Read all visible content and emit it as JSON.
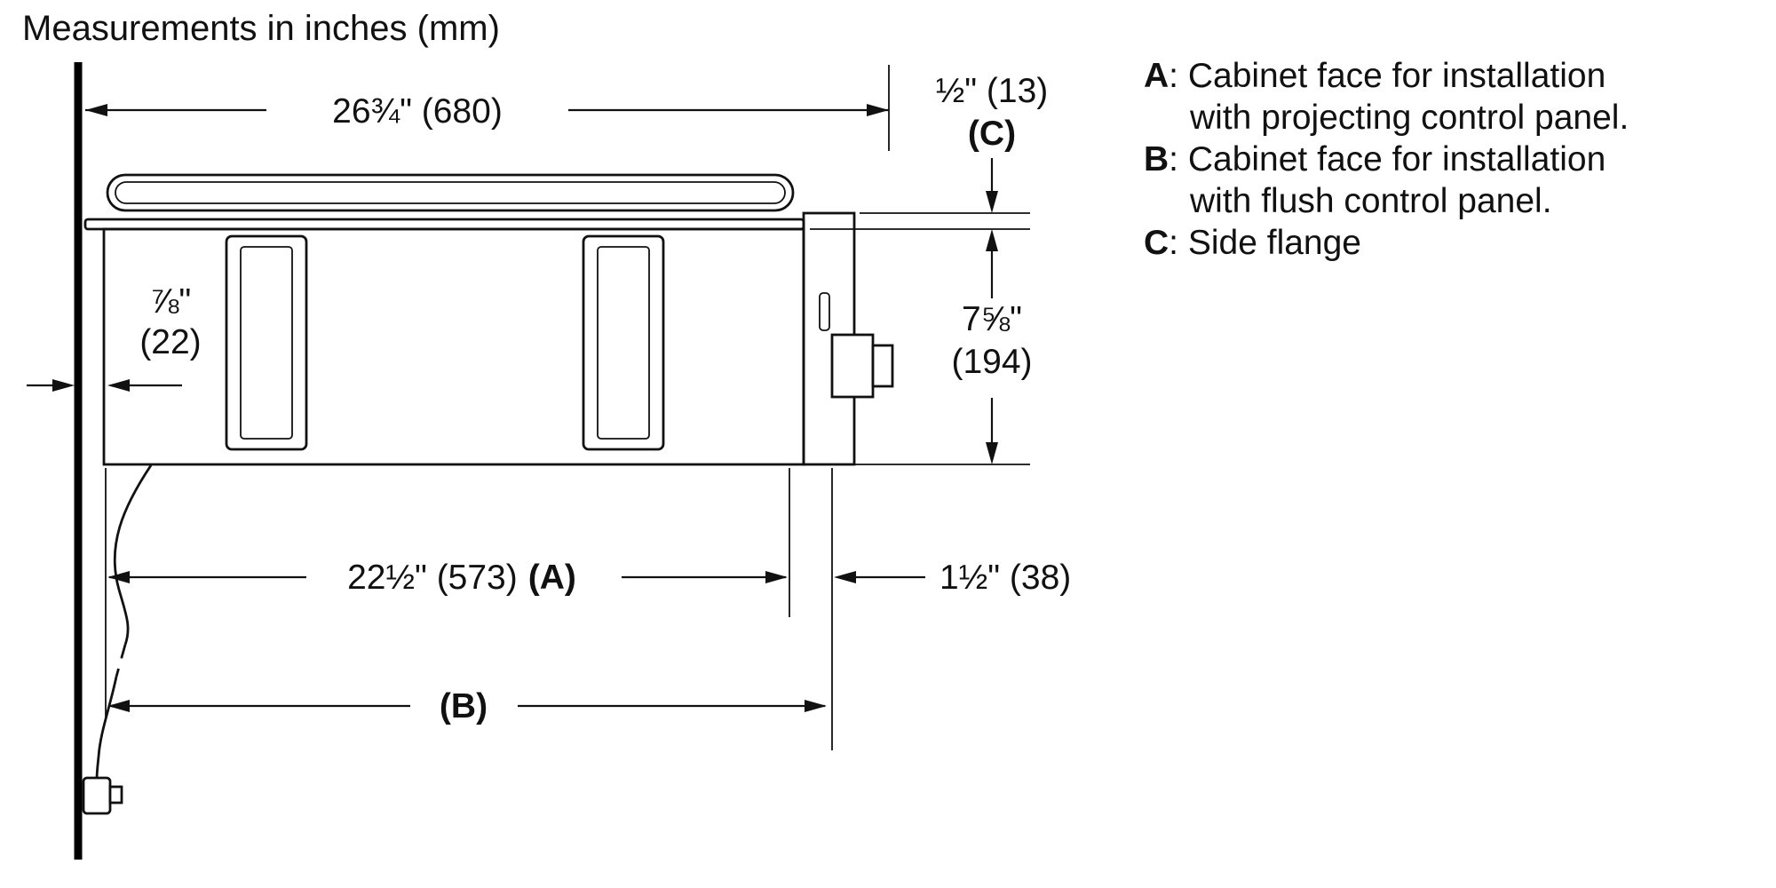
{
  "title": "Measurements in inches (mm)",
  "dimensions": {
    "top_width": "26¾\" (680)",
    "wall_gap_in": "⅞\"",
    "wall_gap_mm": "(22)",
    "flange": "½\" (13)",
    "flange_label": "(C)",
    "height_in": "7⅝\"",
    "height_mm": "(194)",
    "depth_a": "22½\" (573)",
    "depth_a_label": "(A)",
    "panel_depth": "1½\" (38)",
    "depth_b_label": "(B)"
  },
  "legend": {
    "items": [
      {
        "key": "A",
        "sep": ": ",
        "line1": "Cabinet face for installation",
        "line2": "with projecting control panel."
      },
      {
        "key": "B",
        "sep": ": ",
        "line1": "Cabinet face for installation",
        "line2": "with flush control panel."
      },
      {
        "key": "C",
        "sep": ": ",
        "line1": "Side flange",
        "line2": ""
      }
    ]
  },
  "colors": {
    "line": "#111111",
    "background": "#ffffff"
  }
}
